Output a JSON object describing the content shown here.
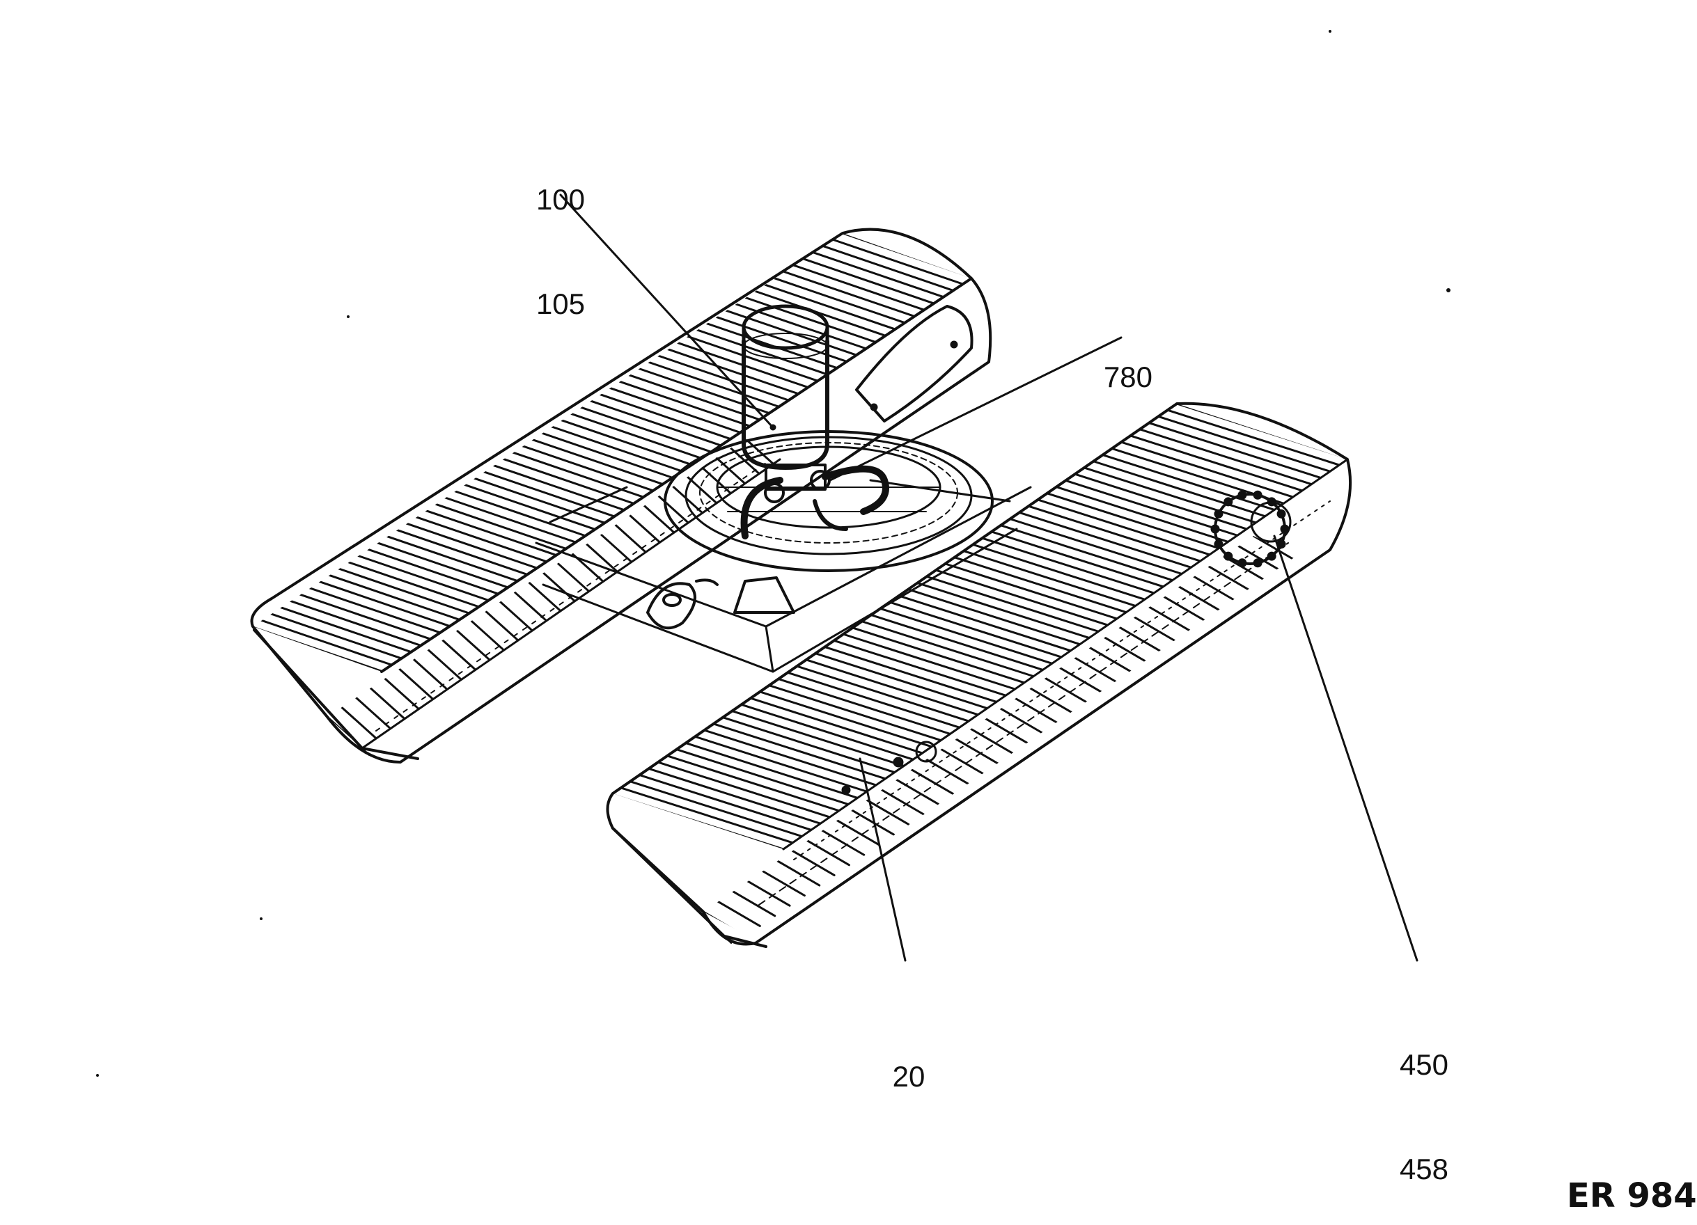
{
  "figure": {
    "code": "ER 984",
    "callouts": [
      {
        "id": "c100",
        "lines": [
          "100",
          "105"
        ]
      },
      {
        "id": "c780",
        "lines": [
          "780"
        ]
      },
      {
        "id": "c20",
        "lines": [
          "20"
        ]
      },
      {
        "id": "c450",
        "lines": [
          "450",
          "458"
        ]
      }
    ]
  },
  "colors": {
    "ink": "#111111",
    "background": "#ffffff"
  },
  "icons": [
    "crawler-track-icon",
    "swivel-joint-icon",
    "slewing-ring-icon",
    "drive-sprocket-icon",
    "tow-eye-icon"
  ]
}
